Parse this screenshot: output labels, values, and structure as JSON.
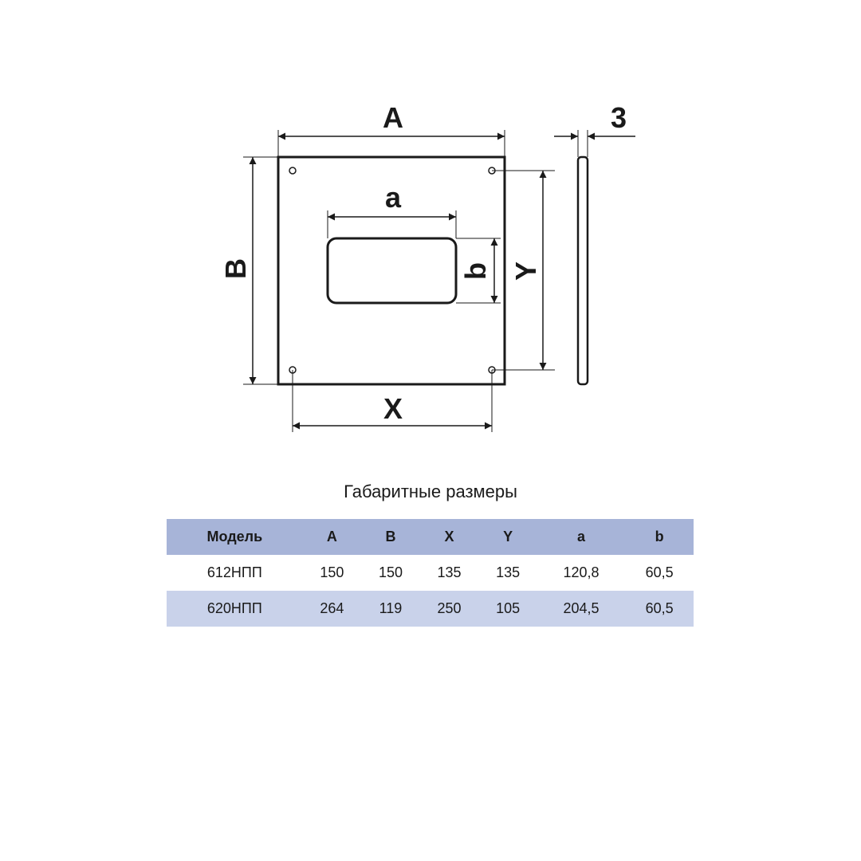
{
  "drawing": {
    "labels": {
      "A": "A",
      "B": "B",
      "X": "X",
      "Y": "Y",
      "a": "a",
      "b": "b",
      "thickness": "3"
    }
  },
  "table": {
    "title": "Габаритные размеры",
    "headers": [
      "Модель",
      "A",
      "B",
      "X",
      "Y",
      "a",
      "b"
    ],
    "rows": [
      [
        "612НПП",
        "150",
        "150",
        "135",
        "135",
        "120,8",
        "60,5"
      ],
      [
        "620НПП",
        "264",
        "119",
        "250",
        "105",
        "204,5",
        "60,5"
      ]
    ],
    "colors": {
      "header": "#a7b4d8",
      "alt_row": "#c9d2ea"
    }
  }
}
